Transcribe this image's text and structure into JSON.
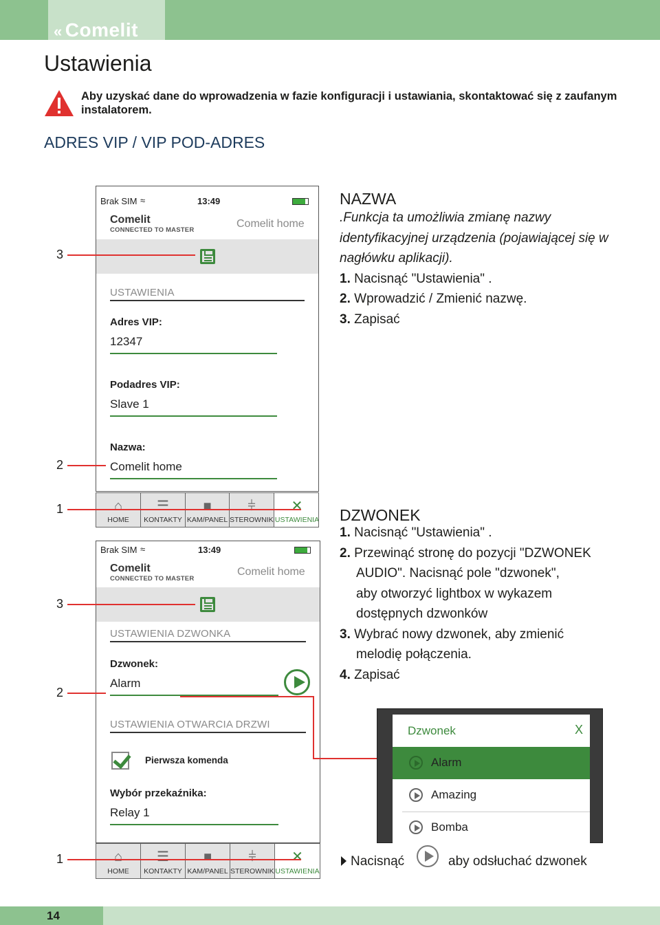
{
  "header": {
    "logo": "Comelit"
  },
  "page": {
    "title": "Ustawienia"
  },
  "warning": {
    "text": "Aby uzyskać dane do wprowadzenia w fazie konfiguracji i ustawiania, skontaktować się z zaufanym instalatorem."
  },
  "section_title": "ADRES VIP / VIP POD-ADRES",
  "phone": {
    "status_left": "Brak SIM",
    "time": "13:49",
    "brand": "Comelit",
    "brand_sub": "CONNECTED TO MASTER",
    "home_name": "Comelit home"
  },
  "screen1": {
    "section": "USTAWIENIA",
    "vip_label": "Adres VIP:",
    "vip_value": "12347",
    "sub_label": "Podadres VIP:",
    "sub_value": "Slave 1",
    "name_label": "Nazwa:",
    "name_value": "Comelit home"
  },
  "screen2": {
    "section": "USTAWIENIA DZWONKA",
    "ring_label": "Dzwonek:",
    "ring_value": "Alarm",
    "door_section": "USTAWIENIA OTWARCIA DRZWI",
    "checkbox_label": "Pierwsza komenda",
    "relay_label": "Wybór przekaźnika:",
    "relay_value": "Relay 1"
  },
  "tabs": [
    {
      "label": "HOME",
      "icon": "home-icon",
      "glyph": "⌂"
    },
    {
      "label": "KONTAKTY",
      "icon": "contacts-icon",
      "glyph": "☰"
    },
    {
      "label": "KAM/PANEL",
      "icon": "camera-icon",
      "glyph": "■"
    },
    {
      "label": "STEROWNIKI",
      "icon": "sliders-icon",
      "glyph": "⫩"
    },
    {
      "label": "USTAWIENIA",
      "icon": "tools-icon",
      "glyph": "✕"
    }
  ],
  "callouts": {
    "c1": "1",
    "c2": "2",
    "c3": "3"
  },
  "nazwa": {
    "title": "NAZWA",
    "description": ".Funkcja ta umożliwia zmianę nazwy identyfikacyjnej urządzenia (pojawiającej się w nagłówku aplikacji).",
    "steps": [
      {
        "num": "1.",
        "text": "Nacisnąć \"Ustawienia\" ."
      },
      {
        "num": "2.",
        "text": "Wprowadzić / Zmienić nazwę."
      },
      {
        "num": "3.",
        "text": "Zapisać"
      }
    ]
  },
  "dzwonek": {
    "title": "DZWONEK",
    "step1_num": "1.",
    "step1": "Nacisnąć \"Ustawienia\" .",
    "step2_num": "2.",
    "step2_a": "Przewinąć stronę do pozycji \"DZWONEK",
    "step2_b": "AUDIO\". Nacisnąć pole \"dzwonek\",",
    "step2_c": "aby otworzyć lightbox w wykazem",
    "step2_d": "dostępnych dzwonków",
    "step3_num": "3.",
    "step3_a": "Wybrać nowy dzwonek, aby zmienić",
    "step3_b": "melodię połączenia.",
    "step4_num": "4.",
    "step4": "Zapisać"
  },
  "lightbox": {
    "title": "Dzwonek",
    "close": "X",
    "items": [
      "Alarm",
      "Amazing",
      "Bomba"
    ],
    "selected": "Alarm"
  },
  "note": {
    "before": "Nacisnąć",
    "after": "aby odsłuchać dzwonek"
  },
  "footer": {
    "page_number": "14"
  },
  "colors": {
    "accent": "#3d8a3d",
    "callout": "#e0312f",
    "header": "#8dc28f"
  }
}
